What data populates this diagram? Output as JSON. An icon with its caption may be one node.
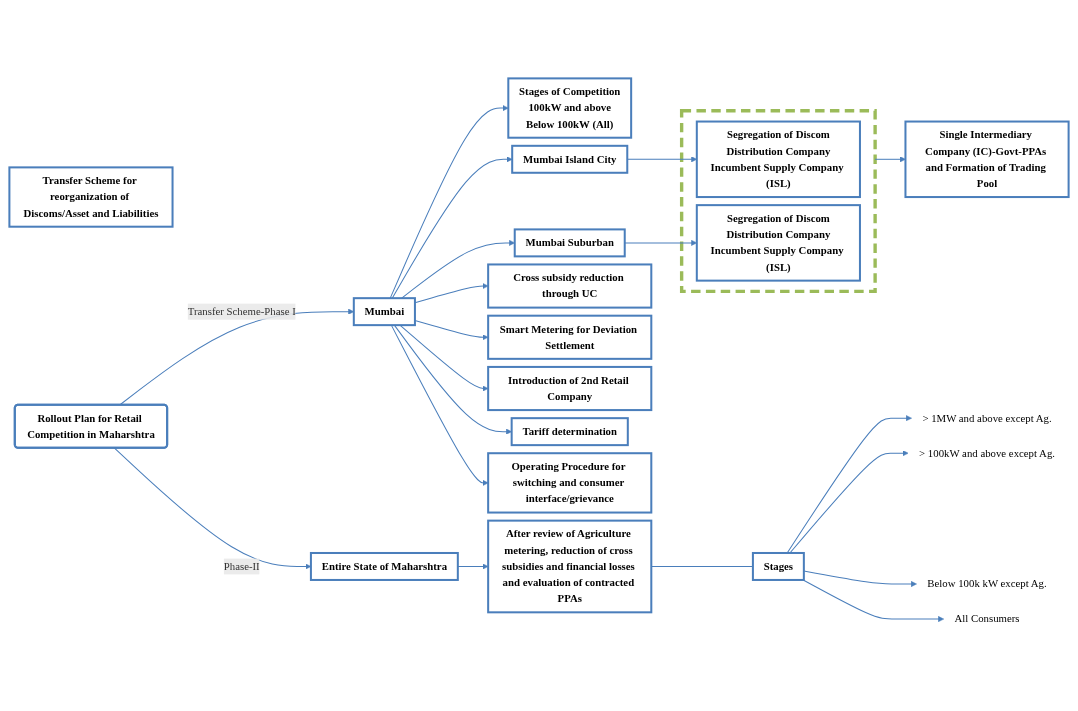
{
  "diagram": {
    "nodes": [
      {
        "text": [
          "Rollout Plan for Retail Competition in Maharshtra"
        ]
      },
      {
        "text": [
          "Transfer Scheme for reorganization of Discoms/Asset and Liabilities"
        ]
      },
      {
        "text": [
          "Mumbai"
        ]
      },
      {
        "text": [
          "Stages of Competition",
          "100kW and above",
          "Below 100kW (All)"
        ]
      },
      {
        "text": [
          "Mumbai Island City"
        ]
      },
      {
        "text": [
          "Mumbai Suburban"
        ]
      },
      {
        "text": [],
        "shape": "box"
      },
      {
        "text": [
          "Segregation of Discom",
          "Distribution Company",
          "Incumbent Supply Company (ISL)"
        ],
        "in": 6
      },
      {
        "text": [
          "Segregation of Discom",
          "Distribution Company",
          "Incumbent Supply Company (ISL)"
        ],
        "in": 6
      },
      {
        "text": [
          "Cross subsidy reduction through UC"
        ]
      },
      {
        "text": [
          "Smart Metering for Deviation Settlement"
        ]
      },
      {
        "text": [
          "Introduction of 2nd Retail Company"
        ]
      },
      {
        "text": [
          "Tariff determination"
        ]
      },
      {
        "text": [
          "Operating Procedure for switching and consumer interface/grievance"
        ]
      },
      {
        "text": [
          "Single Intermediary Company (IC)-Govt-PPAs and Formation of Trading Pool"
        ]
      },
      {
        "text": [
          "Entire State of Maharshtra"
        ]
      },
      {
        "text": [
          "After review of Agriculture metering, reduction of cross subsidies and financial losses and evaluation of contracted PPAs"
        ]
      },
      {
        "text": [
          "Stages"
        ]
      },
      {
        "text": [
          "> 1MW and above except Ag."
        ]
      },
      {
        "text": [
          "> 100kW and above except Ag."
        ]
      },
      {
        "text": [
          "Below 100k kW except Ag."
        ]
      },
      {
        "text": [
          "All Consumers"
        ]
      }
    ],
    "edges": [
      {
        "from": 0,
        "to": 2,
        "arrow": "to",
        "label": "Transfer Scheme-Phase I"
      },
      {
        "from": 0,
        "to": 15,
        "arrow": "to",
        "label": "Phase-II"
      },
      {
        "from": 2,
        "to": 3,
        "arrow": "to"
      },
      {
        "from": 2,
        "to": 4,
        "arrow": "to"
      },
      {
        "from": 2,
        "to": 5,
        "arrow": "to"
      },
      {
        "from": 2,
        "to": 9,
        "arrow": "to"
      },
      {
        "from": 2,
        "to": 10,
        "arrow": "to"
      },
      {
        "from": 2,
        "to": 11,
        "arrow": "to"
      },
      {
        "from": 2,
        "to": 12,
        "arrow": "to"
      },
      {
        "from": 2,
        "to": 13,
        "arrow": "to"
      },
      {
        "from": 4,
        "to": 7,
        "arrow": "to"
      },
      {
        "from": 5,
        "to": 8,
        "arrow": "to"
      },
      {
        "from": 6,
        "to": 14,
        "arrow": "to"
      },
      {
        "from": 15,
        "to": 16,
        "arrow": "to"
      },
      {
        "from": 16,
        "to": 17,
        "arrow": "none"
      },
      {
        "from": 17,
        "to": 18,
        "arrow": "to"
      },
      {
        "from": 17,
        "to": 19,
        "arrow": "to"
      },
      {
        "from": 17,
        "to": 20,
        "arrow": "to"
      },
      {
        "from": 17,
        "to": 21,
        "arrow": "to"
      }
    ]
  }
}
